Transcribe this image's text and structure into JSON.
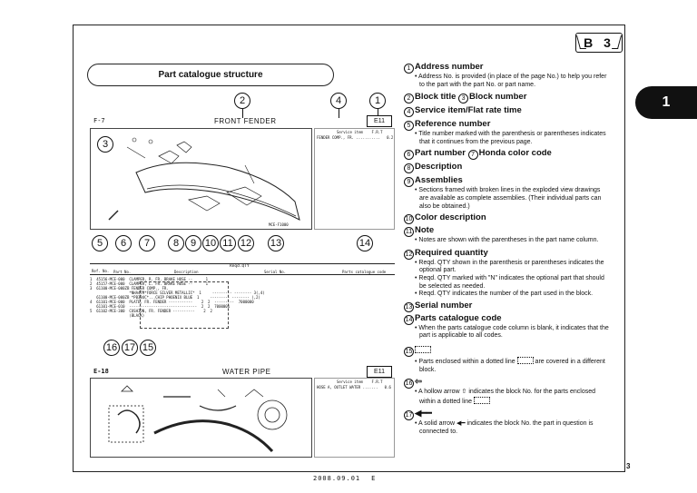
{
  "page_tab": "B 3",
  "chapter_tab": "1",
  "page_number": "3",
  "footer": {
    "date": "2008.09.01",
    "code": "E"
  },
  "section_title": "Part catalogue structure",
  "figure1": {
    "block_id": "F-7",
    "title": "FRONT FENDER",
    "block_no": "E11",
    "service_header": "Service item    F.R.T",
    "service_row": "FENDER COMP., FR. ...........   0.2",
    "callouts_top": [
      "2",
      "4",
      "1"
    ],
    "callout_left": "3",
    "fig_code": "MCE-F1000"
  },
  "table": {
    "callouts": [
      "5",
      "6",
      "7",
      "8",
      "9",
      "10",
      "11",
      "12",
      "13",
      "14"
    ],
    "qty_header": "Reqd.QTY",
    "headers": [
      "Ref. No.",
      "Part No.",
      "Description",
      "",
      "Serial No.",
      "Parts catalogue code"
    ],
    "rows": [
      "1  45156-MCE-000  CLAMPER, R. FR. BRAKE HOSE --      1",
      "2  45157-MCE-000  CLAMPER, L. FR. BRAKE HOSE --      1",
      "3  61100-MCE-000ZB FENDER COMP., FR.",
      "                  *NHA47M*FORCE SILVER METALLIC*  1     --------- -------- 3(,4)",
      "   61100-MCE-000ZB *PB384C*...CHIP PHOENIX BLUE  1     --------- -------- (,2)",
      "4  61101-MCE-000  PLATE, FR. FENDER -----------    2  2  ---------  7000000",
      "   61101-MCE-010  -------------------------------  2  2  7000001",
      "5  61102-MCE-300  CUSHION, FR. FENDER ----------    2  2",
      "                  (BLACK)"
    ]
  },
  "figure2": {
    "callouts": [
      "16",
      "17",
      "15"
    ],
    "block_id": "E-18",
    "title": "WATER PIPE",
    "block_no": "E11",
    "service_header": "Service item    F.R.T",
    "service_row": "HOSE A, OUTLET WATER .......   0.6"
  },
  "legend": [
    {
      "num": "1",
      "title": "Address number",
      "notes": [
        "Address No. is provided (in place of the page No.) to help you refer to the part with the part No. or part name."
      ]
    },
    {
      "num": "2",
      "title": "Block title",
      "num2": "3",
      "title2": "Block number",
      "notes": []
    },
    {
      "num": "4",
      "title": "Service item/Flat rate time",
      "notes": []
    },
    {
      "num": "5",
      "title": "Reference number",
      "notes": [
        "Title number marked with the parenthesis or parentheses indicates that it continues from the previous page."
      ]
    },
    {
      "num": "6",
      "title": "Part number",
      "num2": "7",
      "title2": "Honda color code",
      "notes": []
    },
    {
      "num": "8",
      "title": "Description",
      "notes": []
    },
    {
      "num": "9",
      "title": "Assemblies",
      "notes": [
        "Sections framed with broken lines in the exploded view drawings are available as complete assemblies. (Their individual parts can also be obtained.)"
      ]
    },
    {
      "num": "10",
      "title": "Color description",
      "notes": []
    },
    {
      "num": "11",
      "title": "Note",
      "notes": [
        "Notes are shown with the parentheses in the part name column."
      ]
    },
    {
      "num": "12",
      "title": "Required quantity",
      "notes": [
        "Reqd. QTY shown in the parenthesis or parentheses indicates the optional part.",
        "Reqd. QTY marked with \"N\" indicates the optional part that should be selected as needed.",
        "Reqd. QTY indicates the number of the part used in the block."
      ]
    },
    {
      "num": "13",
      "title": "Serial number",
      "notes": []
    },
    {
      "num": "14",
      "title": "Parts catalogue code",
      "notes": [
        "When the parts catalogue code column is blank, it indicates that the part is applicable to all codes."
      ]
    }
  ],
  "legend_extra": {
    "n15": "15",
    "n15_note_a": "Parts enclosed within a dotted line",
    "n15_note_b": "are covered in a different block.",
    "n16": "16",
    "n16_note_a": "A hollow arrow",
    "n16_note_b": "indicates the block No. for the parts enclosed within a dotted line",
    "n17": "17",
    "n17_note_a": "A solid arrow",
    "n17_note_b": "indicates the block No. the part in question is connected to."
  }
}
